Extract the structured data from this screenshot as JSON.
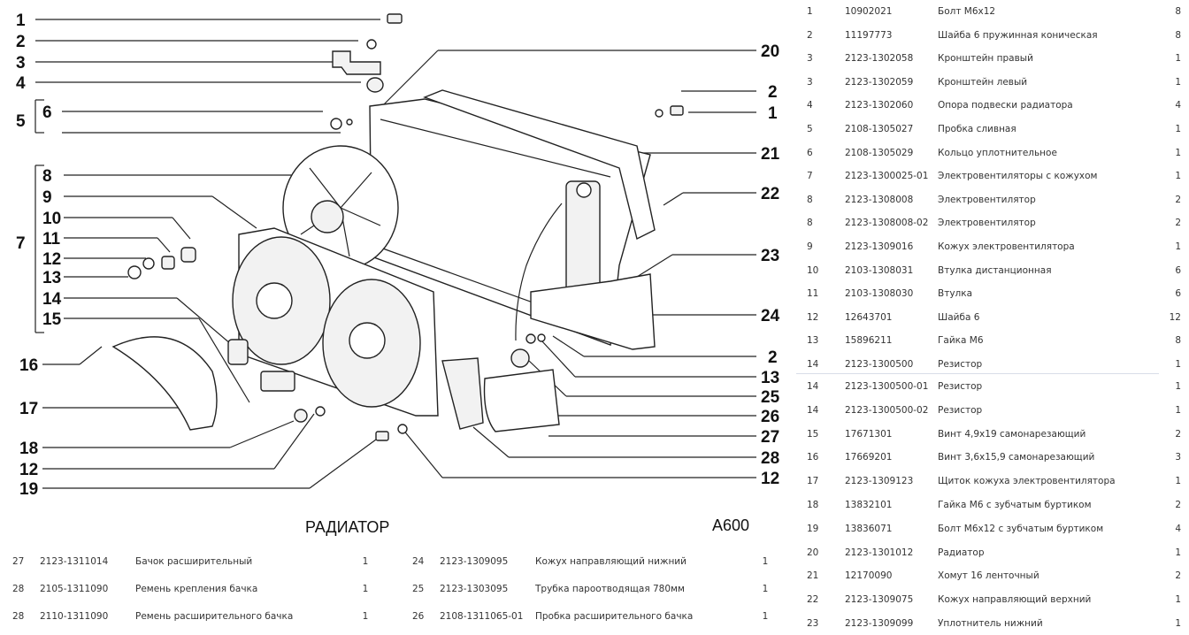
{
  "diagram": {
    "title": "РАДИАТОР",
    "code": "A600",
    "callouts_left": [
      "1",
      "2",
      "3",
      "4",
      "5",
      "6",
      "7",
      "8",
      "9",
      "10",
      "11",
      "12",
      "13",
      "14",
      "15",
      "16",
      "17",
      "18",
      "12",
      "19"
    ],
    "callouts_right": [
      "20",
      "2",
      "1",
      "21",
      "22",
      "23",
      "24",
      "2",
      "13",
      "25",
      "26",
      "27",
      "28",
      "12"
    ]
  },
  "right_table": {
    "rows": [
      {
        "pos": "1",
        "num": "10902021",
        "name": "Болт М6х12",
        "qty": "8"
      },
      {
        "pos": "2",
        "num": "11197773",
        "name": "Шайба 6 пружинная коническая",
        "qty": "8"
      },
      {
        "pos": "3",
        "num": "2123-1302058",
        "name": "Кронштейн правый",
        "qty": "1"
      },
      {
        "pos": "3",
        "num": "2123-1302059",
        "name": "Кронштейн левый",
        "qty": "1"
      },
      {
        "pos": "4",
        "num": "2123-1302060",
        "name": "Опора подвески радиатора",
        "qty": "4"
      },
      {
        "pos": "5",
        "num": "2108-1305027",
        "name": "Пробка сливная",
        "qty": "1"
      },
      {
        "pos": "6",
        "num": "2108-1305029",
        "name": "Кольцо уплотнительное",
        "qty": "1"
      },
      {
        "pos": "7",
        "num": "2123-1300025-01",
        "name": "Электровентиляторы с кожухом",
        "qty": "1"
      },
      {
        "pos": "8",
        "num": "2123-1308008",
        "name": "Электровентилятор",
        "qty": "2"
      },
      {
        "pos": "8",
        "num": "2123-1308008-02",
        "name": "Электровентилятор",
        "qty": "2"
      },
      {
        "pos": "9",
        "num": "2123-1309016",
        "name": "Кожух электровентилятора",
        "qty": "1"
      },
      {
        "pos": "10",
        "num": "2103-1308031",
        "name": "Втулка дистанционная",
        "qty": "6"
      },
      {
        "pos": "11",
        "num": "2103-1308030",
        "name": "Втулка",
        "qty": "6"
      },
      {
        "pos": "12",
        "num": "12643701",
        "name": "Шайба 6",
        "qty": "12"
      },
      {
        "pos": "13",
        "num": "15896211",
        "name": "Гайка М6",
        "qty": "8"
      },
      {
        "pos": "14",
        "num": "2123-1300500",
        "name": "Резистор",
        "qty": "1"
      },
      {
        "pos": "14",
        "num": "2123-1300500-01",
        "name": "Резистор",
        "qty": "1"
      },
      {
        "pos": "14",
        "num": "2123-1300500-02",
        "name": "Резистор",
        "qty": "1"
      },
      {
        "pos": "15",
        "num": "17671301",
        "name": "Винт 4,9х19 самонарезающий",
        "qty": "2"
      },
      {
        "pos": "16",
        "num": "17669201",
        "name": "Винт 3,6х15,9 самонарезающий",
        "qty": "3"
      },
      {
        "pos": "17",
        "num": "2123-1309123",
        "name": "Щиток кожуха электровентилятора",
        "qty": "1"
      },
      {
        "pos": "18",
        "num": "13832101",
        "name": "Гайка М6 с зубчатым буртиком",
        "qty": "2"
      },
      {
        "pos": "19",
        "num": "13836071",
        "name": "Болт М6х12 с зубчатым буртиком",
        "qty": "4"
      },
      {
        "pos": "20",
        "num": "2123-1301012",
        "name": "Радиатор",
        "qty": "1"
      },
      {
        "pos": "21",
        "num": "12170090",
        "name": "Хомут 16 ленточный",
        "qty": "2"
      },
      {
        "pos": "22",
        "num": "2123-1309075",
        "name": "Кожух направляющий верхний",
        "qty": "1"
      },
      {
        "pos": "23",
        "num": "2123-1309099",
        "name": "Уплотнитель нижний",
        "qty": "1"
      }
    ]
  },
  "bottom_table": {
    "left_rows": [
      {
        "pos": "27",
        "num": "2123-1311014",
        "name": "Бачок расширительный",
        "qty": "1"
      },
      {
        "pos": "28",
        "num": "2105-1311090",
        "name": "Ремень крепления бачка",
        "qty": "1"
      },
      {
        "pos": "28",
        "num": "2110-1311090",
        "name": "Ремень расширительного бачка",
        "qty": "1"
      }
    ],
    "right_rows": [
      {
        "pos": "24",
        "num": "2123-1309095",
        "name": "Кожух направляющий нижний",
        "qty": "1"
      },
      {
        "pos": "25",
        "num": "2123-1303095",
        "name": "Трубка пароотводящая 780мм",
        "qty": "1"
      },
      {
        "pos": "26",
        "num": "2108-1311065-01",
        "name": "Пробка расширительного бачка",
        "qty": "1"
      }
    ]
  }
}
